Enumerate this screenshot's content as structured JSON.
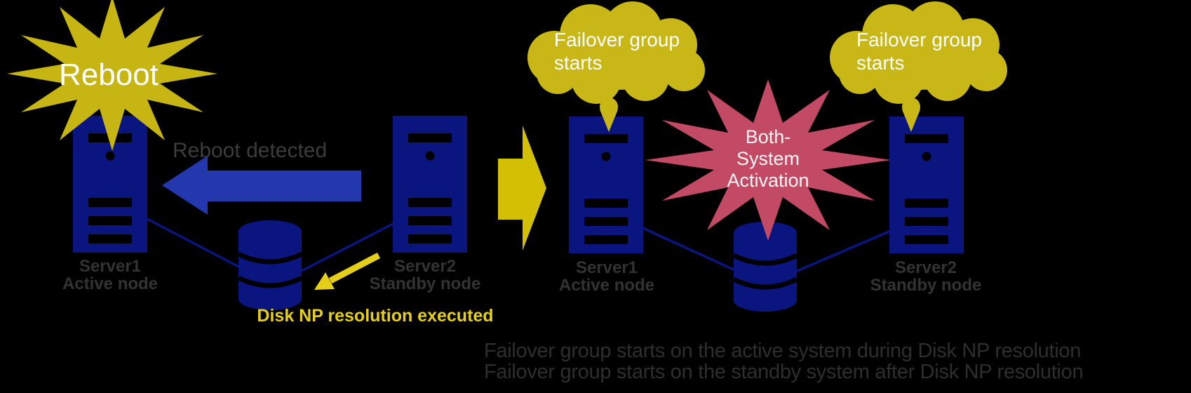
{
  "colors": {
    "background": "#000000",
    "server_navy": "#0a1580",
    "arrow_blue": "#2338ae",
    "burst_gold": "#c6b513",
    "cloud_gold": "#c8b717",
    "transition_gold": "#d3bf04",
    "highlight_yellow": "#e6cf18",
    "activation_red": "#c24a64",
    "label_gray": "#333333",
    "text_white": "#ffffff"
  },
  "before": {
    "reboot_burst_label": "Reboot",
    "reboot_arrow_label": "Reboot detected",
    "server1_name": "Server1",
    "server1_role": "Active node",
    "server2_name": "Server2",
    "server2_role": "Standby node",
    "disk_caption": "Disk NP resolution executed"
  },
  "after": {
    "cloud_active_label": "Failover group\nstarts",
    "cloud_standby_label": "Failover group\nstarts",
    "burst_label": "Both-\nSystem\nActivation",
    "server1_name": "Server1",
    "server1_role": "Active node",
    "server2_name": "Server2",
    "server2_role": "Standby node"
  },
  "footer": {
    "line1": "Failover group starts on the active system during Disk NP resolution",
    "line2": "Failover group starts on the standby system after Disk NP resolution"
  }
}
